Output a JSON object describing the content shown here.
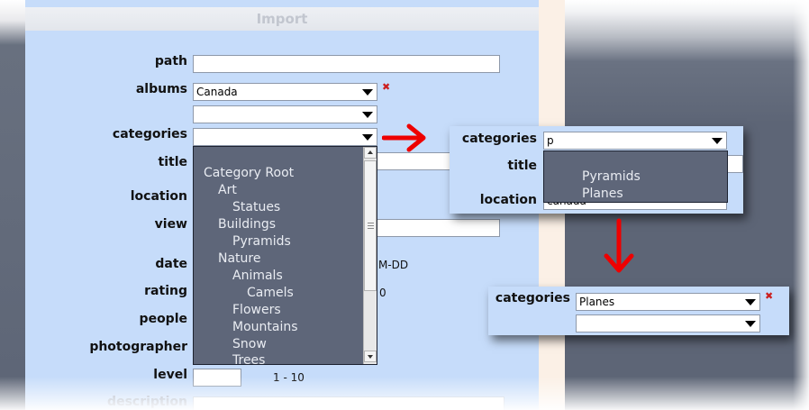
{
  "panel": {
    "title": "Import"
  },
  "form": {
    "path_label": "path",
    "albums_label": "albums",
    "albums_value": "Canada",
    "categories_label": "categories",
    "title_label": "title",
    "location_label": "location",
    "view_label": "view",
    "date_label": "date",
    "date_hint": "M-DD",
    "rating_label": "rating",
    "rating_hint": "0",
    "people_label": "people",
    "photographer_label": "photographer",
    "level_label": "level",
    "level_hint": "1 - 10",
    "description_label": "description"
  },
  "category_dropdown": {
    "items": [
      "Category Root",
      "Art",
      "Statues",
      "Buildings",
      "Pyramids",
      "Nature",
      "Animals",
      "Camels",
      "Flowers",
      "Mountains",
      "Snow",
      "Trees"
    ]
  },
  "popup_filter": {
    "categories_label": "categories",
    "categories_value": "p",
    "title_label": "title",
    "location_label": "location",
    "location_value": "canada",
    "matches": [
      "Pyramids",
      "Planes"
    ]
  },
  "popup_selected": {
    "categories_label": "categories",
    "categories_value": "Planes"
  },
  "colors": {
    "panel_bg": "#c6dcfa",
    "dropdown_bg": "#5e6679",
    "arrow_red": "#ee0000",
    "remove_red": "#cc1f1f"
  }
}
